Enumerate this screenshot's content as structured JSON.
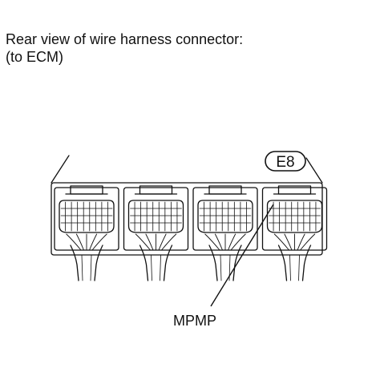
{
  "caption": {
    "line1": "Rear view of wire harness connector:",
    "line2": "(to ECM)"
  },
  "connector": {
    "code": "E8",
    "pin_label": "MPMP",
    "sections": 4
  },
  "colors": {
    "ink": "#111111",
    "background": "#ffffff"
  }
}
